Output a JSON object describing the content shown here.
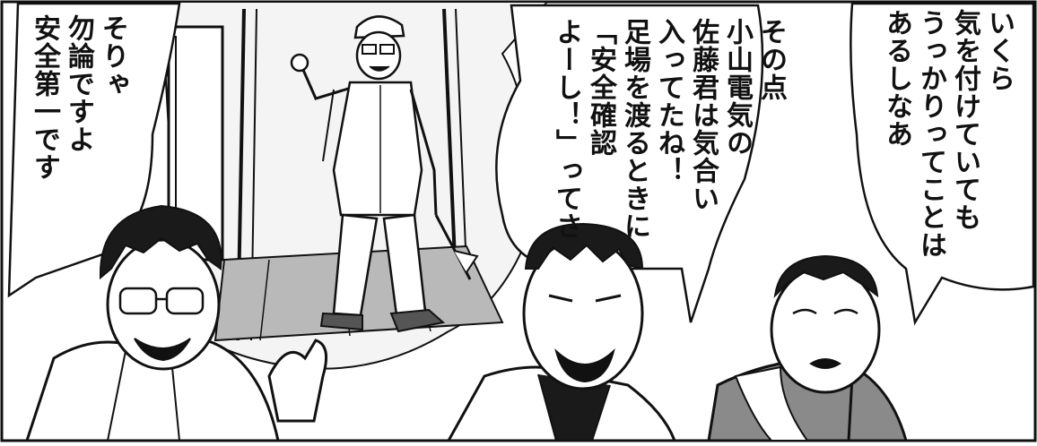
{
  "panel": {
    "bubbles": {
      "left": {
        "text": "そりゃ\n勿論ですよ\n安全第一です"
      },
      "middle": {
        "text": "その点\n小山電気の\n佐藤君は気合い\n入ってたね！\n足場を渡るときに\n「安全確認\nよーし！」ってさ"
      },
      "right": {
        "text": "いくら\n気を付けていても\nうっかりってことは\nあるしなあ"
      }
    },
    "colors": {
      "ink": "#111111",
      "paper": "#ffffff",
      "shirt_gray": "#8a8a8a",
      "floor_gray": "#b9b9b9",
      "hair": "#1a1a1a"
    }
  }
}
